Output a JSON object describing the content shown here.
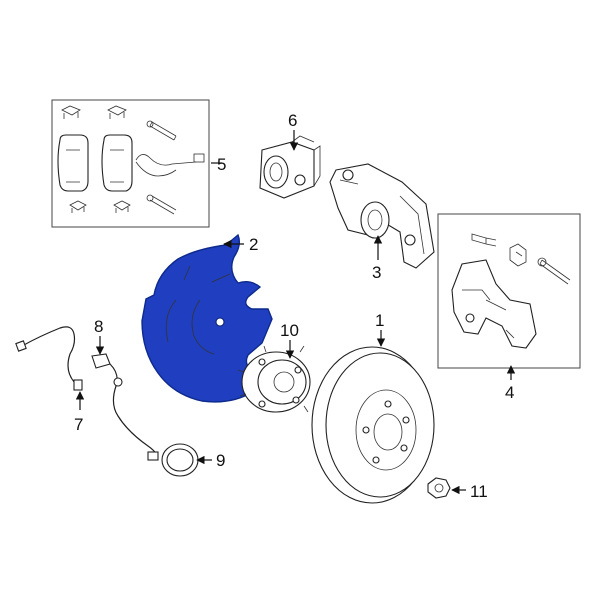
{
  "colors": {
    "highlight": "#1f3fc0",
    "highlight_dark": "#0d2a8c",
    "line": "#222222",
    "background": "#ffffff"
  },
  "callouts": {
    "c1": "1",
    "c2": "2",
    "c3": "3",
    "c4": "4",
    "c5": "5",
    "c6": "6",
    "c7": "7",
    "c8": "8",
    "c9": "9",
    "c10": "10",
    "c11": "11"
  }
}
